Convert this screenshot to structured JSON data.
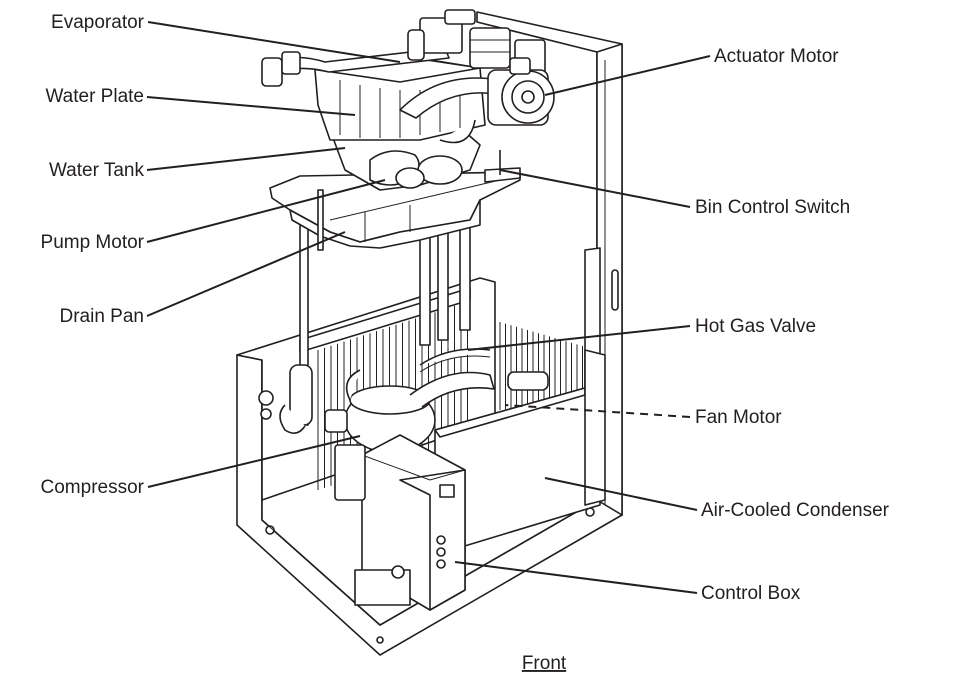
{
  "labels": {
    "evaporator": "Evaporator",
    "water_plate": "Water Plate",
    "water_tank": "Water Tank",
    "pump_motor": "Pump Motor",
    "drain_pan": "Drain Pan",
    "compressor": "Compressor",
    "actuator_motor": "Actuator Motor",
    "bin_control_switch": "Bin Control Switch",
    "hot_gas_valve": "Hot Gas Valve",
    "fan_motor": "Fan Motor",
    "air_cooled_condenser": "Air-Cooled Condenser",
    "control_box": "Control Box"
  },
  "caption": "Front"
}
